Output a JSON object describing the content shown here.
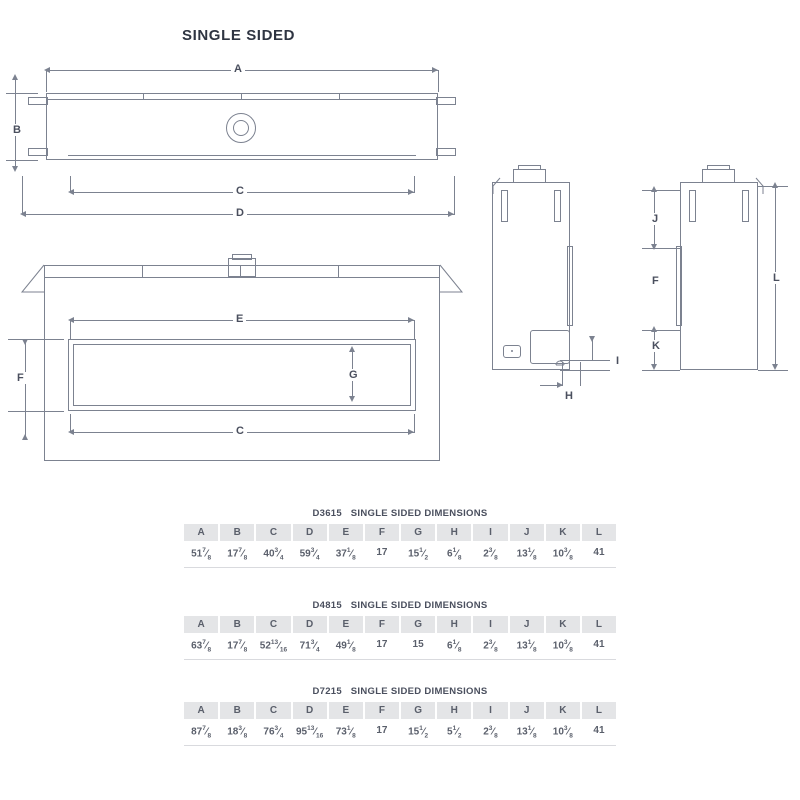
{
  "heading": "SINGLE SIDED",
  "drawing": {
    "plan_view": {
      "name": "top-plan-view",
      "dimension_labels": [
        "A",
        "B",
        "C",
        "D"
      ],
      "features": [
        "left-mounting-tab",
        "right-mounting-tab",
        "center-port-circle"
      ]
    },
    "front_view": {
      "name": "front-elevation-view",
      "dimension_labels": [
        "E",
        "F",
        "G",
        "C"
      ],
      "features": [
        "glass-opening-frame",
        "top-flue-collar"
      ]
    },
    "left_side_view": {
      "name": "left-side-view",
      "dimension_labels": [
        "H",
        "I"
      ],
      "features": [
        "flue-collar",
        "side-slot",
        "control-access-panel",
        "junction-box"
      ]
    },
    "right_side_view": {
      "name": "right-side-view",
      "dimension_labels": [
        "J",
        "F",
        "K",
        "L"
      ],
      "features": [
        "flue-collar",
        "side-slot"
      ]
    }
  },
  "tables": [
    {
      "title": "D3615   SINGLE SIDED DIMENSIONS",
      "model": "D3615",
      "columns": [
        "A",
        "B",
        "C",
        "D",
        "E",
        "F",
        "G",
        "H",
        "I",
        "J",
        "K",
        "L"
      ],
      "values": [
        {
          "whole": "51",
          "num": "7",
          "den": "8"
        },
        {
          "whole": "17",
          "num": "7",
          "den": "8"
        },
        {
          "whole": "40",
          "num": "3",
          "den": "4"
        },
        {
          "whole": "59",
          "num": "3",
          "den": "4"
        },
        {
          "whole": "37",
          "num": "1",
          "den": "8"
        },
        {
          "whole": "17",
          "num": "",
          "den": ""
        },
        {
          "whole": "15",
          "num": "1",
          "den": "2"
        },
        {
          "whole": "6",
          "num": "1",
          "den": "8"
        },
        {
          "whole": "2",
          "num": "3",
          "den": "8"
        },
        {
          "whole": "13",
          "num": "1",
          "den": "8"
        },
        {
          "whole": "10",
          "num": "3",
          "den": "8"
        },
        {
          "whole": "41",
          "num": "",
          "den": ""
        }
      ]
    },
    {
      "title": "D4815   SINGLE SIDED DIMENSIONS",
      "model": "D4815",
      "columns": [
        "A",
        "B",
        "C",
        "D",
        "E",
        "F",
        "G",
        "H",
        "I",
        "J",
        "K",
        "L"
      ],
      "values": [
        {
          "whole": "63",
          "num": "7",
          "den": "8"
        },
        {
          "whole": "17",
          "num": "7",
          "den": "8"
        },
        {
          "whole": "52",
          "num": "13",
          "den": "16"
        },
        {
          "whole": "71",
          "num": "3",
          "den": "4"
        },
        {
          "whole": "49",
          "num": "1",
          "den": "8"
        },
        {
          "whole": "17",
          "num": "",
          "den": ""
        },
        {
          "whole": "15",
          "num": "",
          "den": ""
        },
        {
          "whole": "6",
          "num": "1",
          "den": "8"
        },
        {
          "whole": "2",
          "num": "3",
          "den": "8"
        },
        {
          "whole": "13",
          "num": "1",
          "den": "8"
        },
        {
          "whole": "10",
          "num": "3",
          "den": "8"
        },
        {
          "whole": "41",
          "num": "",
          "den": ""
        }
      ]
    },
    {
      "title": "D7215   SINGLE SIDED DIMENSIONS",
      "model": "D7215",
      "columns": [
        "A",
        "B",
        "C",
        "D",
        "E",
        "F",
        "G",
        "H",
        "I",
        "J",
        "K",
        "L"
      ],
      "values": [
        {
          "whole": "87",
          "num": "7",
          "den": "8"
        },
        {
          "whole": "18",
          "num": "3",
          "den": "8"
        },
        {
          "whole": "76",
          "num": "3",
          "den": "4"
        },
        {
          "whole": "95",
          "num": "13",
          "den": "16"
        },
        {
          "whole": "73",
          "num": "1",
          "den": "8"
        },
        {
          "whole": "17",
          "num": "",
          "den": ""
        },
        {
          "whole": "15",
          "num": "1",
          "den": "2"
        },
        {
          "whole": "5",
          "num": "1",
          "den": "2"
        },
        {
          "whole": "2",
          "num": "3",
          "den": "8"
        },
        {
          "whole": "13",
          "num": "1",
          "den": "8"
        },
        {
          "whole": "10",
          "num": "3",
          "den": "8"
        },
        {
          "whole": "41",
          "num": "",
          "den": ""
        }
      ]
    }
  ],
  "colors": {
    "line": "#7c8290",
    "label_text": "#4a4f5e",
    "header_bg": "#e4e5e7",
    "title_text": "#2f3542"
  }
}
